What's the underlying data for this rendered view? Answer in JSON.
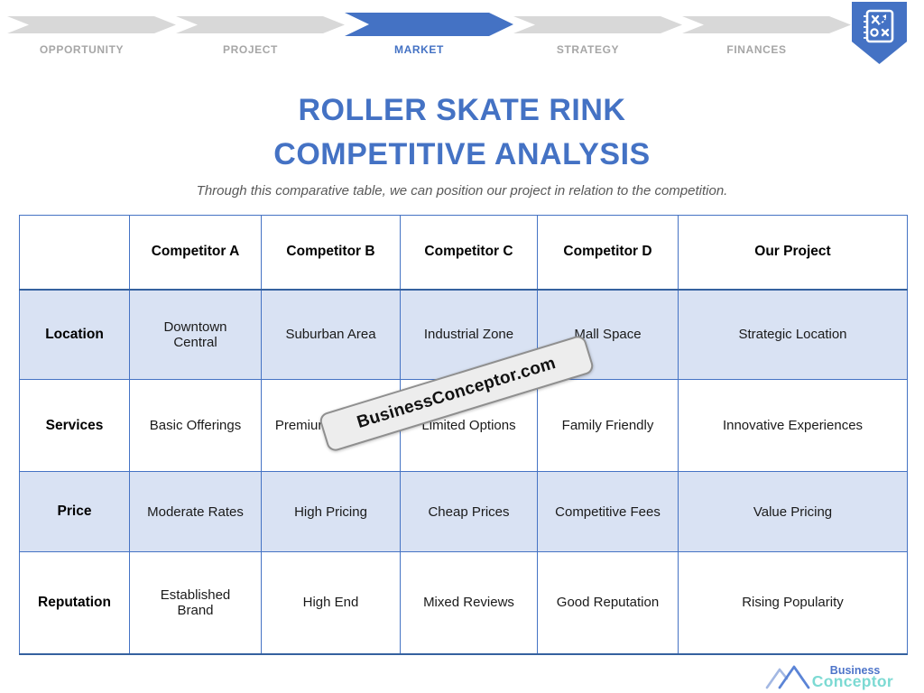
{
  "process": {
    "steps": [
      {
        "label": "OPPORTUNITY",
        "active": false
      },
      {
        "label": "PROJECT",
        "active": false
      },
      {
        "label": "MARKET",
        "active": true
      },
      {
        "label": "STRATEGY",
        "active": false
      },
      {
        "label": "FINANCES",
        "active": false
      }
    ]
  },
  "badge": {
    "icon": "strategy-playbook-icon"
  },
  "title": {
    "line1": "ROLLER SKATE RINK",
    "line2": "COMPETITIVE ANALYSIS"
  },
  "subtitle": "Through this comparative table, we can position our project in relation to the competition.",
  "table": {
    "columns": [
      "",
      "Competitor A",
      "Competitor B",
      "Competitor C",
      "Competitor D",
      "Our Project"
    ],
    "rows": [
      {
        "label": "Location",
        "cells": [
          "Downtown Central",
          "Suburban Area",
          "Industrial Zone",
          "Mall Space",
          "Strategic Location"
        ]
      },
      {
        "label": "Services",
        "cells": [
          "Basic Offerings",
          "Premium Features",
          "Limited Options",
          "Family Friendly",
          "Innovative Experiences"
        ]
      },
      {
        "label": "Price",
        "cells": [
          "Moderate Rates",
          "High Pricing",
          "Cheap Prices",
          "Competitive Fees",
          "Value Pricing"
        ]
      },
      {
        "label": "Reputation",
        "cells": [
          "Established Brand",
          "High End",
          "Mixed Reviews",
          "Good Reputation",
          "Rising Popularity"
        ]
      }
    ]
  },
  "watermark": "BusinessConceptor.com",
  "logo": {
    "line1": "Business",
    "line2": "Conceptor"
  },
  "colors": {
    "accent": "#4472C4",
    "row_fill": "#D9E2F3",
    "chevron_gray": "#D8D8D8",
    "label_gray": "#A6A6A6",
    "header_rule": "#35619F",
    "logo_teal": "#7CDAD3"
  }
}
